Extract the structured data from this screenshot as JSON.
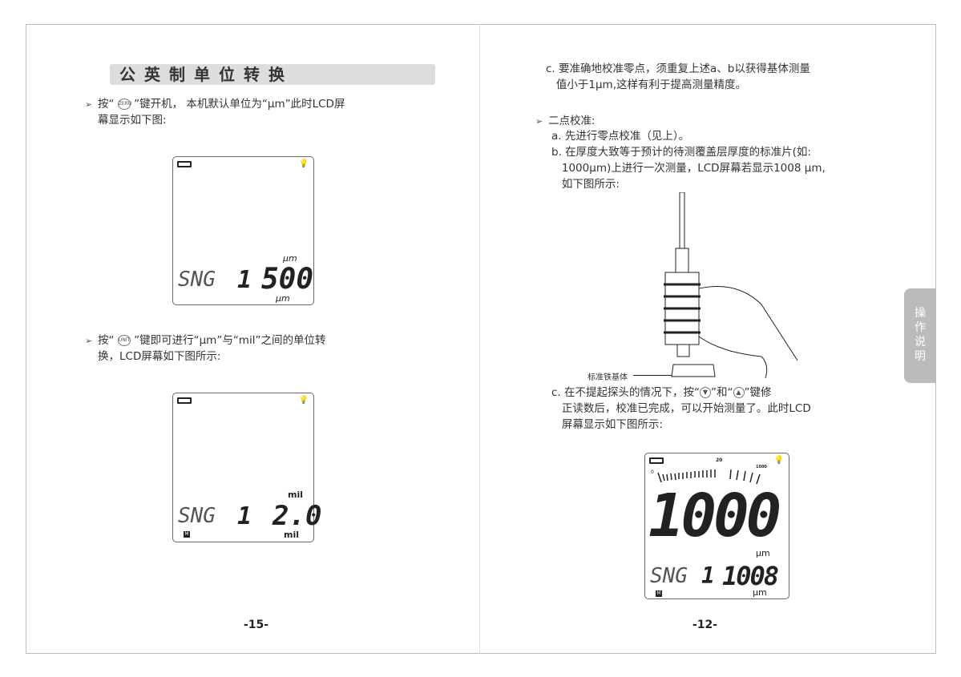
{
  "left_page": {
    "title": "公英制单位转换",
    "para1_a": "按“",
    "para1_key": "ZERO",
    "para1_b": "”键开机， 本机默认单位为“μm”此时LCD屏",
    "para1_c": "幕显示如下图:",
    "para2_a": "按“",
    "para2_key": "UNIT",
    "para2_b": "”键即可进行“μm”与“mil”之间的单位转",
    "para2_c": "换，LCD屏幕如下图所示:",
    "lcd1": {
      "label": "SNG",
      "index": "1",
      "value": "500",
      "unit_top": "μm",
      "unit_bottom": "μm"
    },
    "lcd2": {
      "label": "SNG",
      "index": "1",
      "value": "2.0",
      "unit_top": "mil",
      "unit_bottom": "mil",
      "mode": "M"
    },
    "page_number": "-15-"
  },
  "right_page": {
    "c1_a": "c. 要准确地校准零点，须重复上述a、b以获得基体测量",
    "c1_b": "值小于1μm,这样有利于提高测量精度。",
    "two_point": "二点校准:",
    "a": "a. 先进行零点校准（见上）。",
    "b1": "b. 在厚度大致等于预计的待测覆盖层厚度的标准片(如:",
    "b2": "1000μm)上进行一次测量，LCD屏幕若显示1008 μm,",
    "b3": "如下图所示:",
    "figure_label": "标准铁基体",
    "c2_a": "c. 在不提起探头的情况下，按“",
    "c2_mid": "”和“",
    "c2_b": "”键修",
    "c2_c": "正读数后，校准已完成，可以开始测量了。此时LCD",
    "c2_d": "屏幕显示如下图所示:",
    "lcd3": {
      "scale_min": "0",
      "scale_mid": "20",
      "scale_max": "1000",
      "main_value": "1000",
      "main_unit": "μm",
      "label": "SNG",
      "index": "1",
      "value": "1008",
      "unit": "μm",
      "mode": "M"
    },
    "page_number": "-12-",
    "side_tab": "操作说明"
  }
}
